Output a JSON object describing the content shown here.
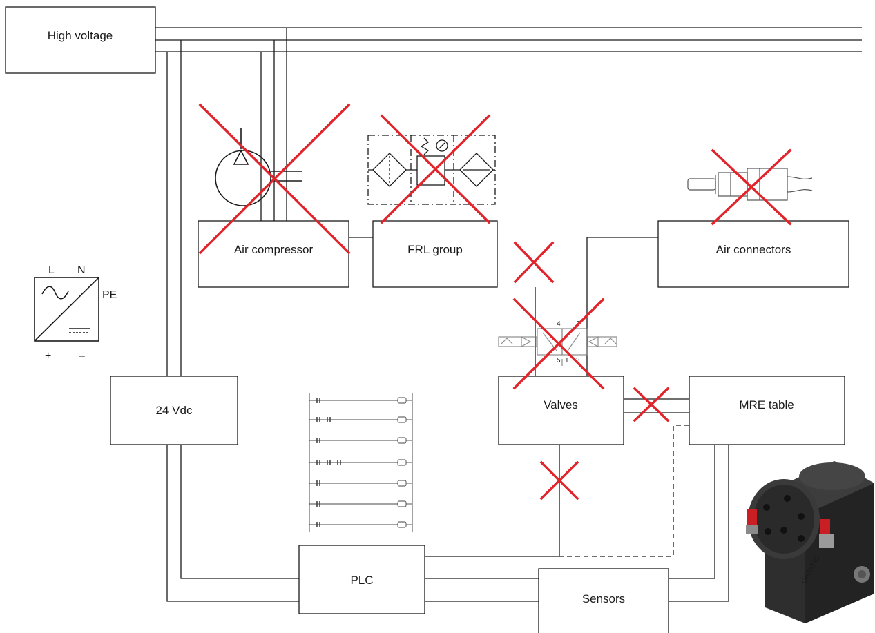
{
  "diagram": {
    "blocks": {
      "high_voltage": "High voltage",
      "air_compressor": "Air compressor",
      "frl_group": "FRL group",
      "air_connectors": "Air connectors",
      "supply_24vdc": "24 Vdc",
      "valves": "Valves",
      "mre_table": "MRE table",
      "plc": "PLC",
      "sensors": "Sensors"
    },
    "power_symbol": {
      "l": "L",
      "n": "N",
      "pe": "PE",
      "plus": "+",
      "minus": "–"
    },
    "valve_ports": [
      "4",
      "2",
      "5",
      "1",
      "3"
    ],
    "product_label": "GIMATIC",
    "colors": {
      "line": "#1a1a1a",
      "cross": "#e0242b",
      "product_body": "#2b2b2b",
      "product_accent": "#c81e24"
    },
    "icons": [
      "compressor-symbol-icon",
      "frl-symbol-icon",
      "air-connector-icon",
      "valve-symbol-icon",
      "ladder-logic-icon",
      "power-supply-icon",
      "rotary-table-photo"
    ]
  }
}
